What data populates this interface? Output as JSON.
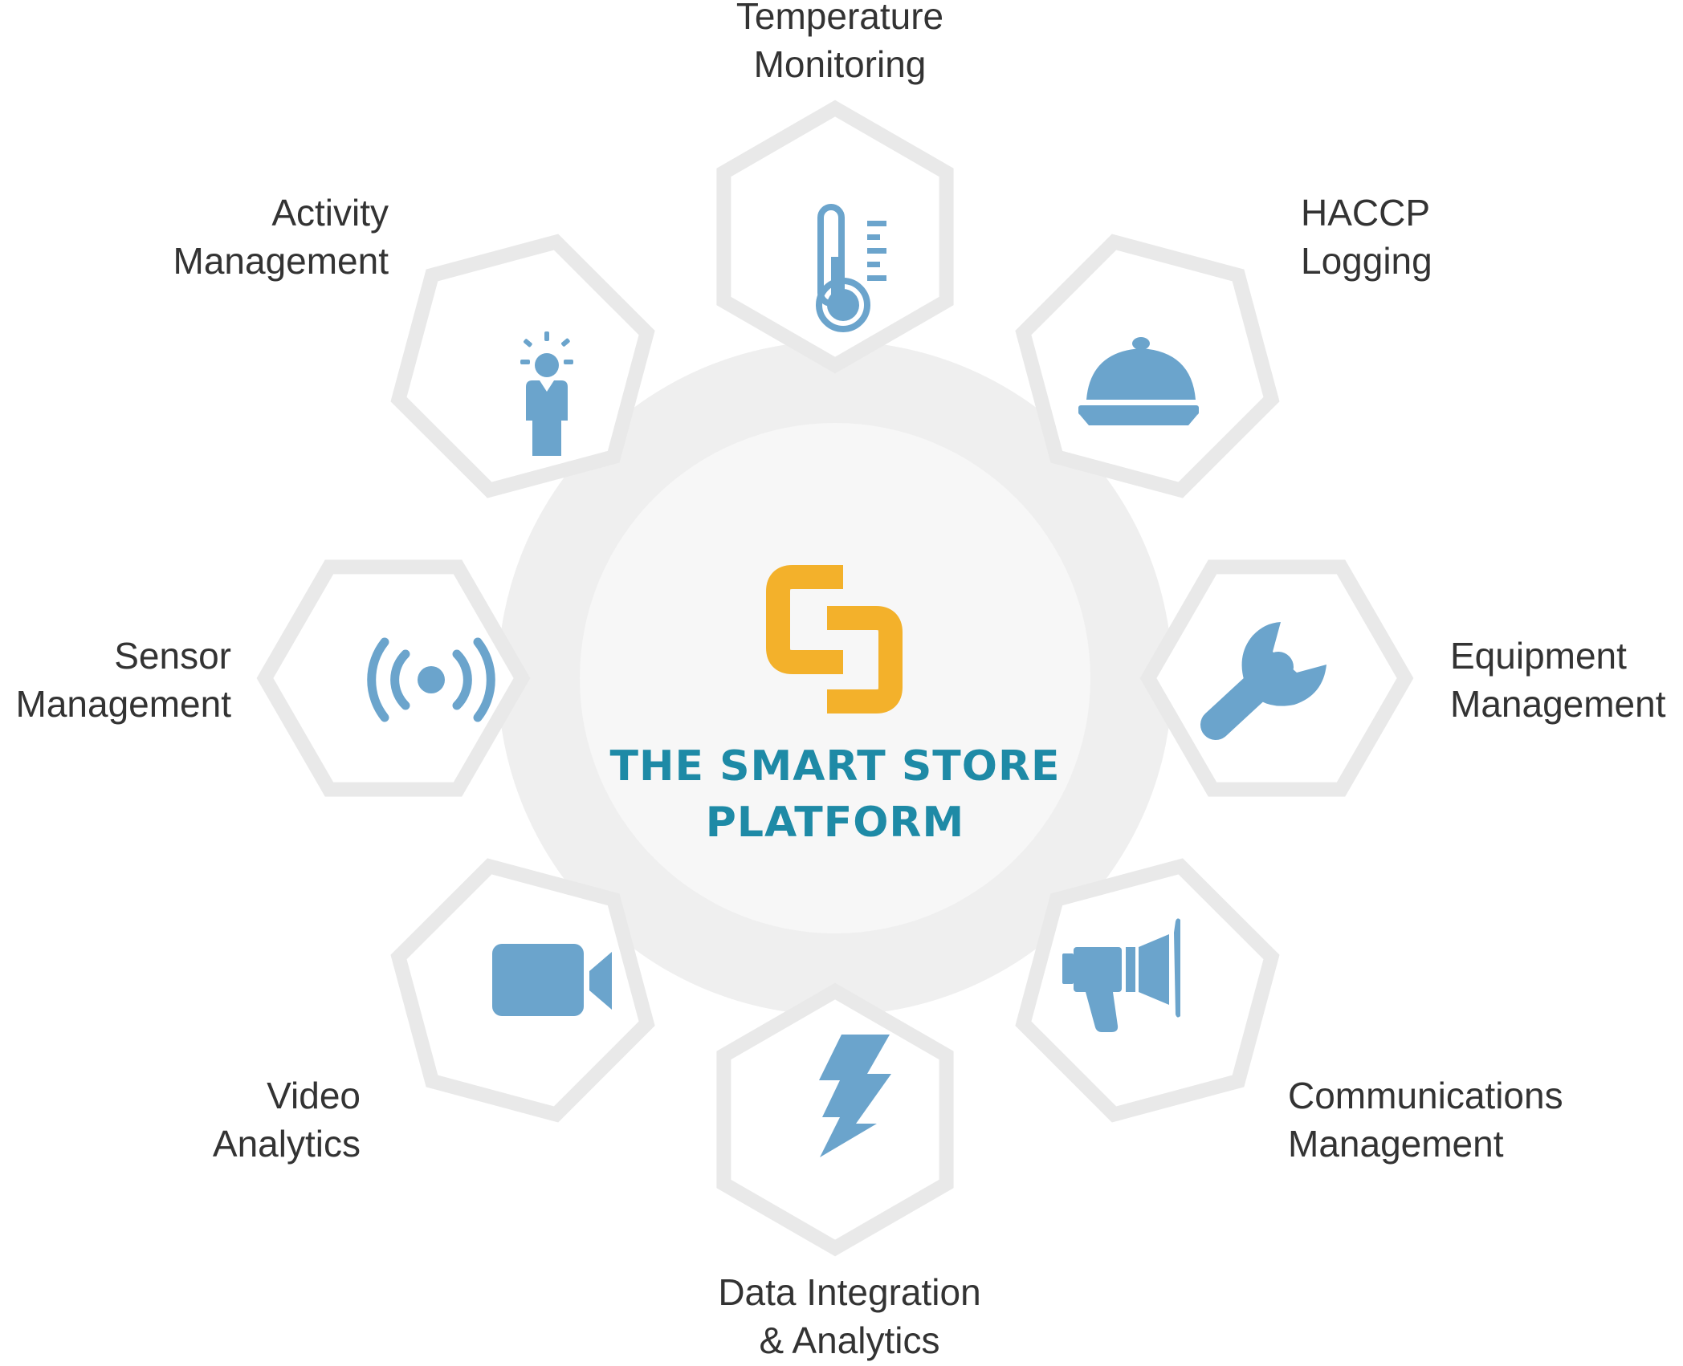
{
  "center": {
    "title_line1": "THE SMART STORE",
    "title_line2": "PLATFORM",
    "logo_icon": "smart-store-logo",
    "logo_color": "#f3b12b",
    "title_color": "#1e8aa6"
  },
  "colors": {
    "icon": "#6ba4cc",
    "hex_border": "#e9e9e9",
    "ring": "#efefef",
    "inner_circle": "#f7f7f7",
    "label": "#333333"
  },
  "modules": [
    {
      "id": "temperature",
      "icon": "thermometer-icon",
      "line1": "Temperature",
      "line2": "Monitoring"
    },
    {
      "id": "haccp",
      "icon": "cloche-icon",
      "line1": "HACCP",
      "line2": "Logging"
    },
    {
      "id": "equipment",
      "icon": "wrench-icon",
      "line1": "Equipment",
      "line2": "Management"
    },
    {
      "id": "communications",
      "icon": "megaphone-icon",
      "line1": "Communications",
      "line2": "Management"
    },
    {
      "id": "data",
      "icon": "lightning-icon",
      "line1": "Data Integration",
      "line2": "& Analytics"
    },
    {
      "id": "video",
      "icon": "video-camera-icon",
      "line1": "Video",
      "line2": "Analytics"
    },
    {
      "id": "sensor",
      "icon": "signal-icon",
      "line1": "Sensor",
      "line2": "Management"
    },
    {
      "id": "activity",
      "icon": "person-idea-icon",
      "line1": "Activity",
      "line2": "Management"
    }
  ]
}
